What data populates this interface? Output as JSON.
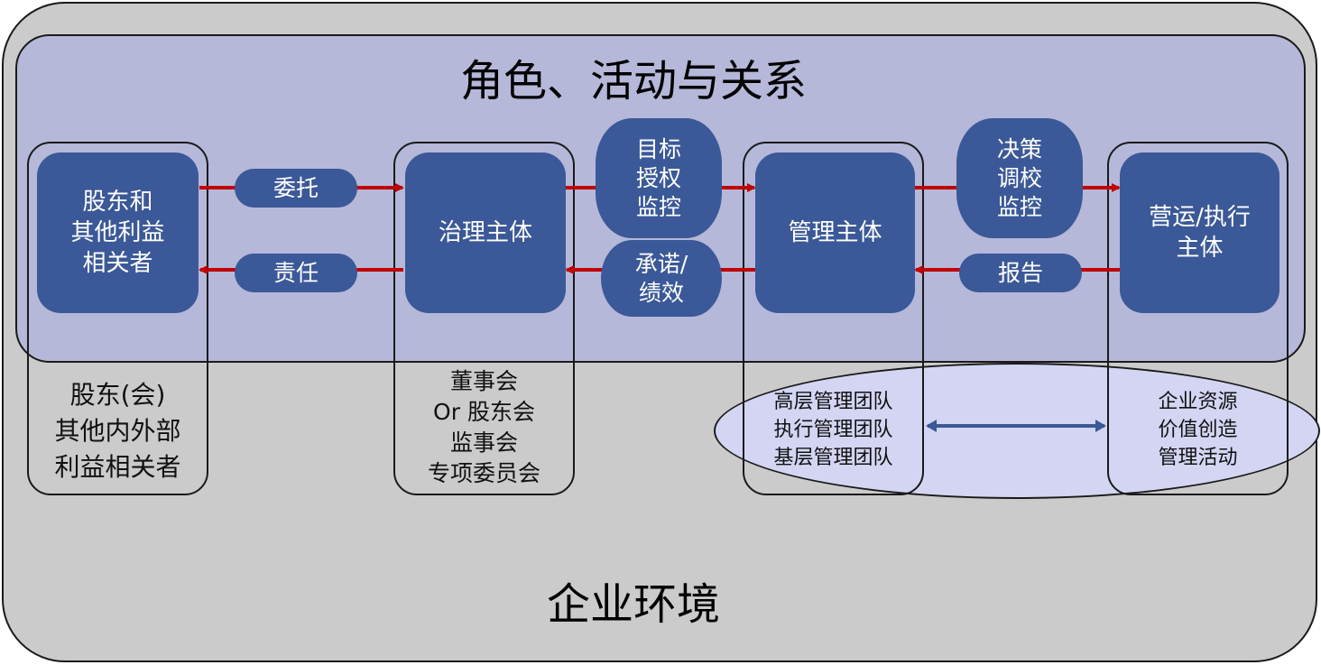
{
  "title": "角色、活动与关系",
  "environment_label": "企业环境",
  "colors": {
    "node_fill": "#3b5998",
    "flow_arrow": "#c00000",
    "link_arrow": "#3b5998",
    "band": "#b6b8d9",
    "background": "#cbcbcb"
  },
  "nodes": {
    "stakeholders": "股东和\n其他利益\n相关者",
    "governance": "治理主体",
    "management": "管理主体",
    "operations": "营运/执行\n主体"
  },
  "flow_labels": {
    "entrust": "委托",
    "responsibility": "责任",
    "goals": "目标\n授权\n监控",
    "commitment": "承诺/\n绩效",
    "decision": "决策\n调校\n监控",
    "report": "报告"
  },
  "members": {
    "stakeholders": "股东(会)\n其他内外部\n利益相关者",
    "governance": "董事会\nOr 股东会\n监事会\n专项委员会",
    "management": "高层管理团队\n执行管理团队\n基层管理团队",
    "operations": "企业资源\n价值创造\n管理活动"
  }
}
